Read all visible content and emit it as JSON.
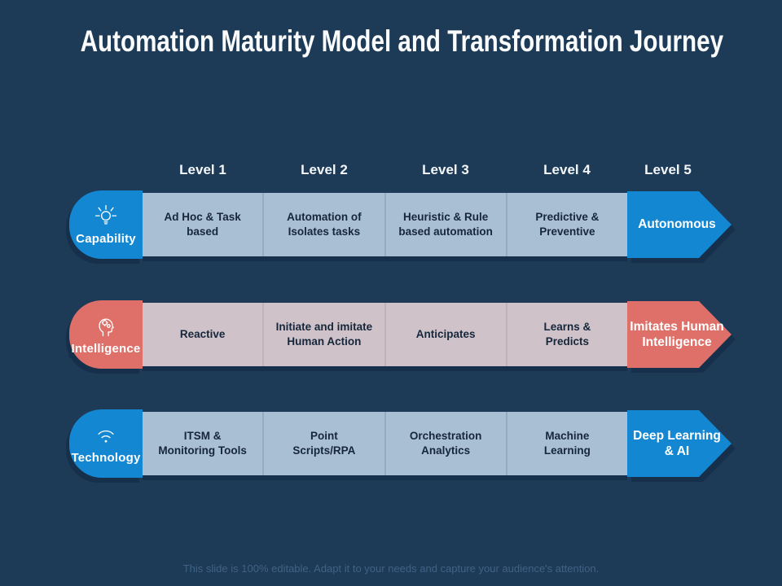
{
  "slide": {
    "title": "Automation Maturity Model and Transformation Journey",
    "footer": "This slide is 100% editable. Adapt it to your needs and capture your audience's attention."
  },
  "levels": [
    "Level 1",
    "Level 2",
    "Level 3",
    "Level 4",
    "Level 5"
  ],
  "rows": [
    {
      "label": "Capability",
      "icon": "lightbulb-icon",
      "theme": "blue",
      "cells": [
        "Ad Hoc & Task\nbased",
        "Automation of\nIsolates tasks",
        "Heuristic & Rule\nbased automation",
        "Predictive &\nPreventive"
      ],
      "arrow_label": "Autonomous"
    },
    {
      "label": "Intelligence",
      "icon": "mind-gears-icon",
      "theme": "red",
      "cells": [
        "Reactive",
        "Initiate and imitate\nHuman Action",
        "Anticipates",
        "Learns &\nPredicts"
      ],
      "arrow_label": "Imitates Human\nIntelligence"
    },
    {
      "label": "Technology",
      "icon": "wifi-icon",
      "theme": "blue",
      "cells": [
        "ITSM &\nMonitoring Tools",
        "Point\nScripts/RPA",
        "Orchestration\nAnalytics",
        "Machine\nLearning"
      ],
      "arrow_label": "Deep Learning\n& AI"
    }
  ],
  "colors": {
    "background": "#1d3a57",
    "accent_blue": "#1487d2",
    "accent_red": "#df7069",
    "band_blue": "#a9bfd3",
    "band_red": "#cfc3c9",
    "cell_text": "#16263b",
    "shadow": "#16304b",
    "footer_text": "#3f6386"
  }
}
